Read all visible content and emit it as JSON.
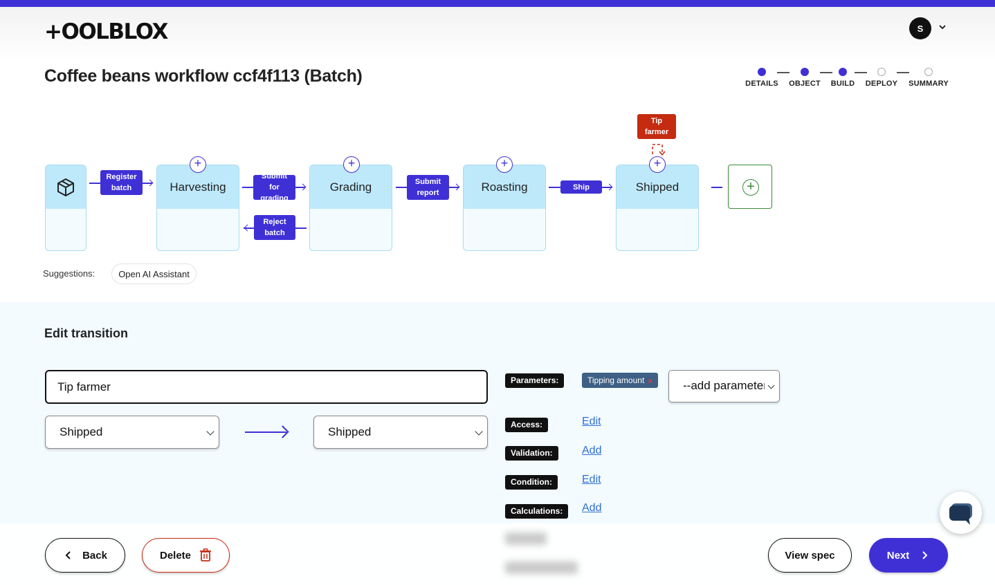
{
  "app": {
    "logo": "+OOLBLOX",
    "avatar_initial": "S"
  },
  "page": {
    "title": "Coffee beans workflow ccf4f113 (Batch)"
  },
  "stepper": [
    {
      "label": "DETAILS",
      "done": true
    },
    {
      "label": "OBJECT",
      "done": true
    },
    {
      "label": "BUILD",
      "done": true
    },
    {
      "label": "DEPLOY",
      "done": false
    },
    {
      "label": "SUMMARY",
      "done": false
    }
  ],
  "workflow": {
    "states": [
      "Harvesting",
      "Grading",
      "Roasting",
      "Shipped"
    ],
    "transitions": {
      "register": "Register batch",
      "submit_grading": "Submit for grading",
      "reject": "Reject batch",
      "submit_report": "Submit report",
      "ship": "Ship",
      "tip": "Tip farmer"
    }
  },
  "suggestions": {
    "label": "Suggestions:",
    "chip": "Open AI Assistant"
  },
  "edit_transition": {
    "title": "Edit transition",
    "name_value": "Tip farmer",
    "from_state": "Shipped",
    "to_state": "Shipped",
    "parameters_label": "Parameters:",
    "parameter_chip": "Tipping amount",
    "parameter_chip_remove": "x",
    "add_parameter_placeholder": "--add parameter--",
    "access_label": "Access:",
    "access_link": "Edit",
    "validation_label": "Validation:",
    "validation_link": "Add",
    "condition_label": "Condition:",
    "condition_link": "Edit",
    "calculations_label": "Calculations:",
    "calculations_link": "Add"
  },
  "footer": {
    "back": "Back",
    "delete": "Delete",
    "view_spec": "View spec",
    "next": "Next"
  },
  "colors": {
    "accent": "#3f30d6",
    "danger": "#c52b10",
    "state_header": "#bee9fb",
    "panel": "#f3fbfe"
  }
}
